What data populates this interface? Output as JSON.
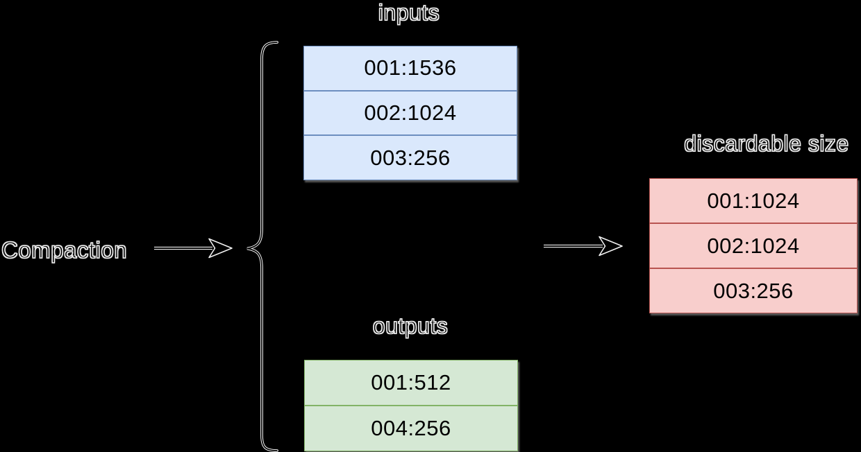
{
  "diagram": {
    "process_label": "Compaction",
    "groups": {
      "inputs": {
        "label": "inputs",
        "rows": [
          "001:1536",
          "002:1024",
          "003:256"
        ]
      },
      "outputs": {
        "label": "outputs",
        "rows": [
          "001:512",
          "004:256"
        ]
      },
      "result": {
        "label": "discardable size",
        "rows": [
          "001:1024",
          "002:1024",
          "003:256"
        ]
      }
    }
  },
  "colors": {
    "blue_fill": "#dae8fc",
    "blue_stroke": "#6c8ebf",
    "green_fill": "#d5e8d4",
    "green_stroke": "#82b366",
    "red_fill": "#f8cecc",
    "red_stroke": "#b85450",
    "line": "#000000",
    "line_halo": "#f2f2f2",
    "background": "#000000"
  }
}
